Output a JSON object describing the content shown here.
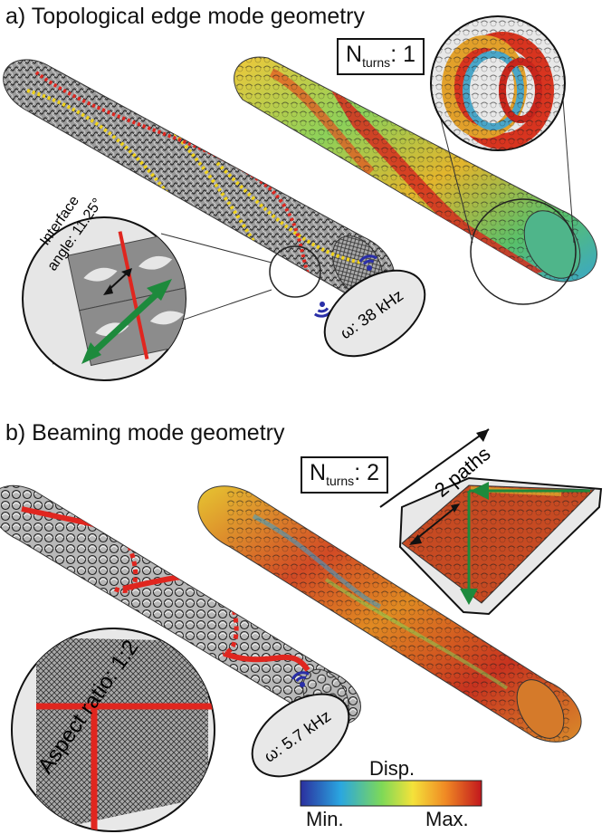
{
  "panel_a": {
    "heading": "a) Topological edge mode geometry",
    "nturns_label": "N",
    "nturns_sub": "turns",
    "nturns_value": ": 1",
    "interface_line1": "Interface",
    "interface_line2": "angle: 11.25°",
    "freq": "ω: 38 kHz"
  },
  "panel_b": {
    "heading": "b) Beaming mode geometry",
    "nturns_label": "N",
    "nturns_sub": "turns",
    "nturns_value": ": 2",
    "paths_label": "2 paths",
    "aspect_label": "Aspect ratio: 1:2",
    "freq": "ω: 5.7 kHz"
  },
  "colorbar": {
    "title": "Disp.",
    "min": "Min.",
    "max": "Max.",
    "colors": [
      "#2b2f9e",
      "#2aa6e0",
      "#7ed957",
      "#f4e23a",
      "#f08a24",
      "#c2171d"
    ]
  },
  "colors": {
    "mesh_gray": "#8a8a8a",
    "edge_red": "#e0261f",
    "edge_yellow": "#f0d21a",
    "arrow_green": "#1d8a3c",
    "source_blue": "#2a2fa8"
  }
}
